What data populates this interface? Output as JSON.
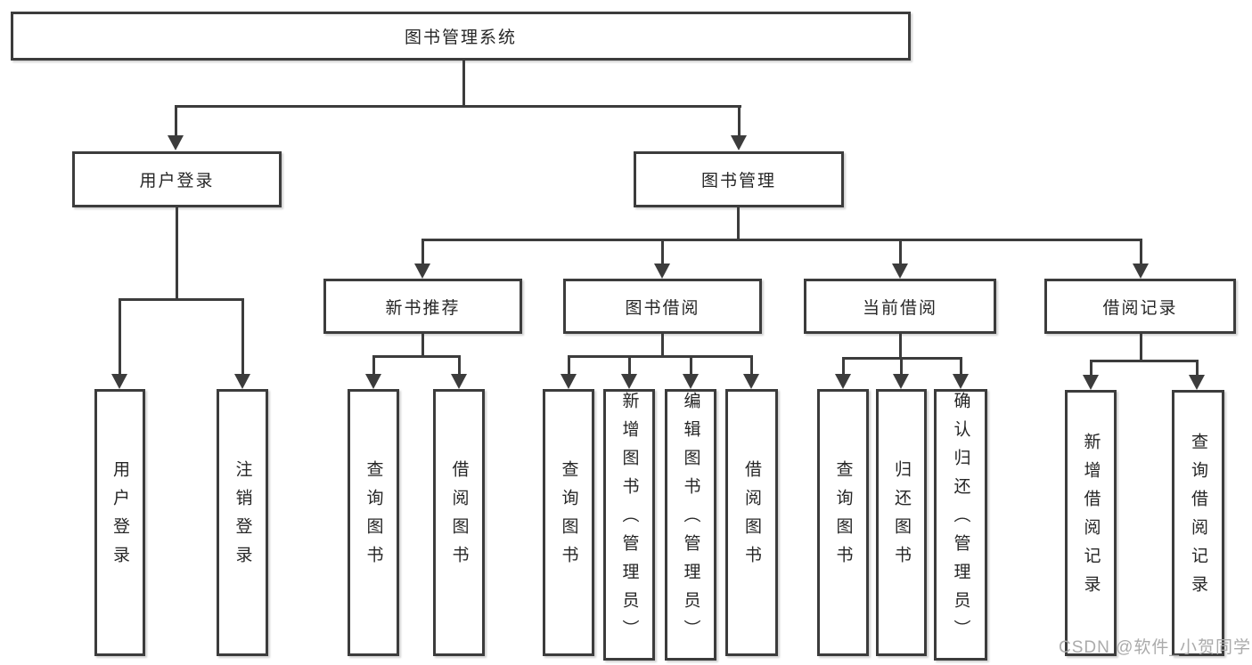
{
  "tree": {
    "root": "图书管理系统",
    "branches": [
      {
        "label": "用户登录",
        "children": [
          "用户登录",
          "注销登录"
        ]
      },
      {
        "label": "图书管理",
        "groups": [
          {
            "label": "新书推荐",
            "children": [
              "查询图书",
              "借阅图书"
            ]
          },
          {
            "label": "图书借阅",
            "children": [
              "查询图书",
              "新增图书（管理员）",
              "编辑图书（管理员）",
              "借阅图书"
            ]
          },
          {
            "label": "当前借阅",
            "children": [
              "查询图书",
              "归还图书",
              "确认归还（管理员）"
            ]
          },
          {
            "label": "借阅记录",
            "children": [
              "新增借阅记录",
              "查询借阅记录"
            ]
          }
        ]
      }
    ]
  },
  "watermark": {
    "text": "CSDN @软件_小贺同学"
  },
  "colors": {
    "line": "#3c3c3c",
    "border": "#3c3c3c",
    "text": "#262626",
    "watermark": "#ababab",
    "background": "#ffffff"
  }
}
